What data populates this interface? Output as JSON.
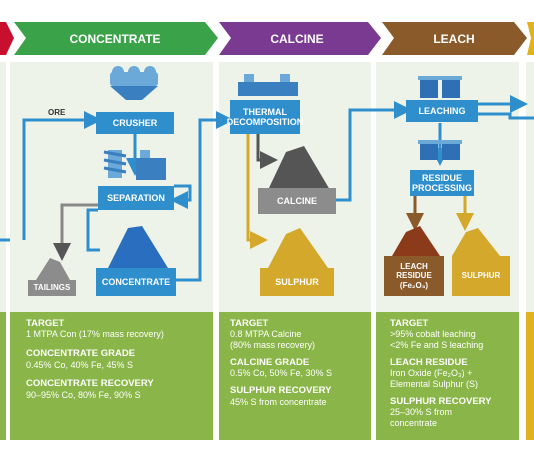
{
  "headers": {
    "concentrate": "CONCENTRATE",
    "calcine": "CALCINE",
    "leach": "LEACH"
  },
  "labels": {
    "ore": "ORE",
    "crusher": "CRUSHER",
    "separation": "SEPARATION",
    "tailings": "TAILINGS",
    "concentrate": "CONCENTRATE",
    "thermal_decomposition": "THERMAL DECOMPOSITION",
    "calcine": "CALCINE",
    "sulphur": "SULPHUR",
    "leaching": "LEACHING",
    "residue_processing": "RESIDUE PROCESSING",
    "leach_residue": "LEACH RESIDUE",
    "leach_residue_formula": "(Fe₂O₃)",
    "sulphur2": "SULPHUR"
  },
  "panels": {
    "concentrate": {
      "target_h": "TARGET",
      "target_v": "1 MTPA Con (17% mass recovery)",
      "grade_h": "CONCENTRATE GRADE",
      "grade_v": "0.45% Co, 40% Fe, 45% S",
      "recovery_h": "CONCENTRATE RECOVERY",
      "recovery_v": "90–95% Co, 80% Fe, 90% S"
    },
    "calcine": {
      "target_h": "TARGET",
      "target_v1": "0.8 MTPA Calcine",
      "target_v2": "(80% mass recovery)",
      "grade_h": "CALCINE GRADE",
      "grade_v": "0.5% Co, 50% Fe, 30% S",
      "recovery_h": "SULPHUR RECOVERY",
      "recovery_v": "45% S from concentrate"
    },
    "leach": {
      "target_h": "TARGET",
      "target_v1": ">95% cobalt leaching",
      "target_v2": "<2% Fe and S leaching",
      "residue_h": "LEACH RESIDUE",
      "residue_v1": "Iron Oxide (Fe₂O₃) +",
      "residue_v2": "Elemental Sulphur (S)",
      "recovery_h": "SULPHUR RECOVERY",
      "recovery_v1": "25–30% S from",
      "recovery_v2": "concentrate"
    }
  },
  "colors": {
    "green_header": "#3aa34a",
    "purple_header": "#7b3a91",
    "brown_header": "#8b5a2b",
    "red_header": "#c8102e",
    "blue_box": "#2e8fcc",
    "grey_box": "#8c8c8c",
    "gold": "#d4a82a",
    "panel_green": "#8ab548"
  }
}
